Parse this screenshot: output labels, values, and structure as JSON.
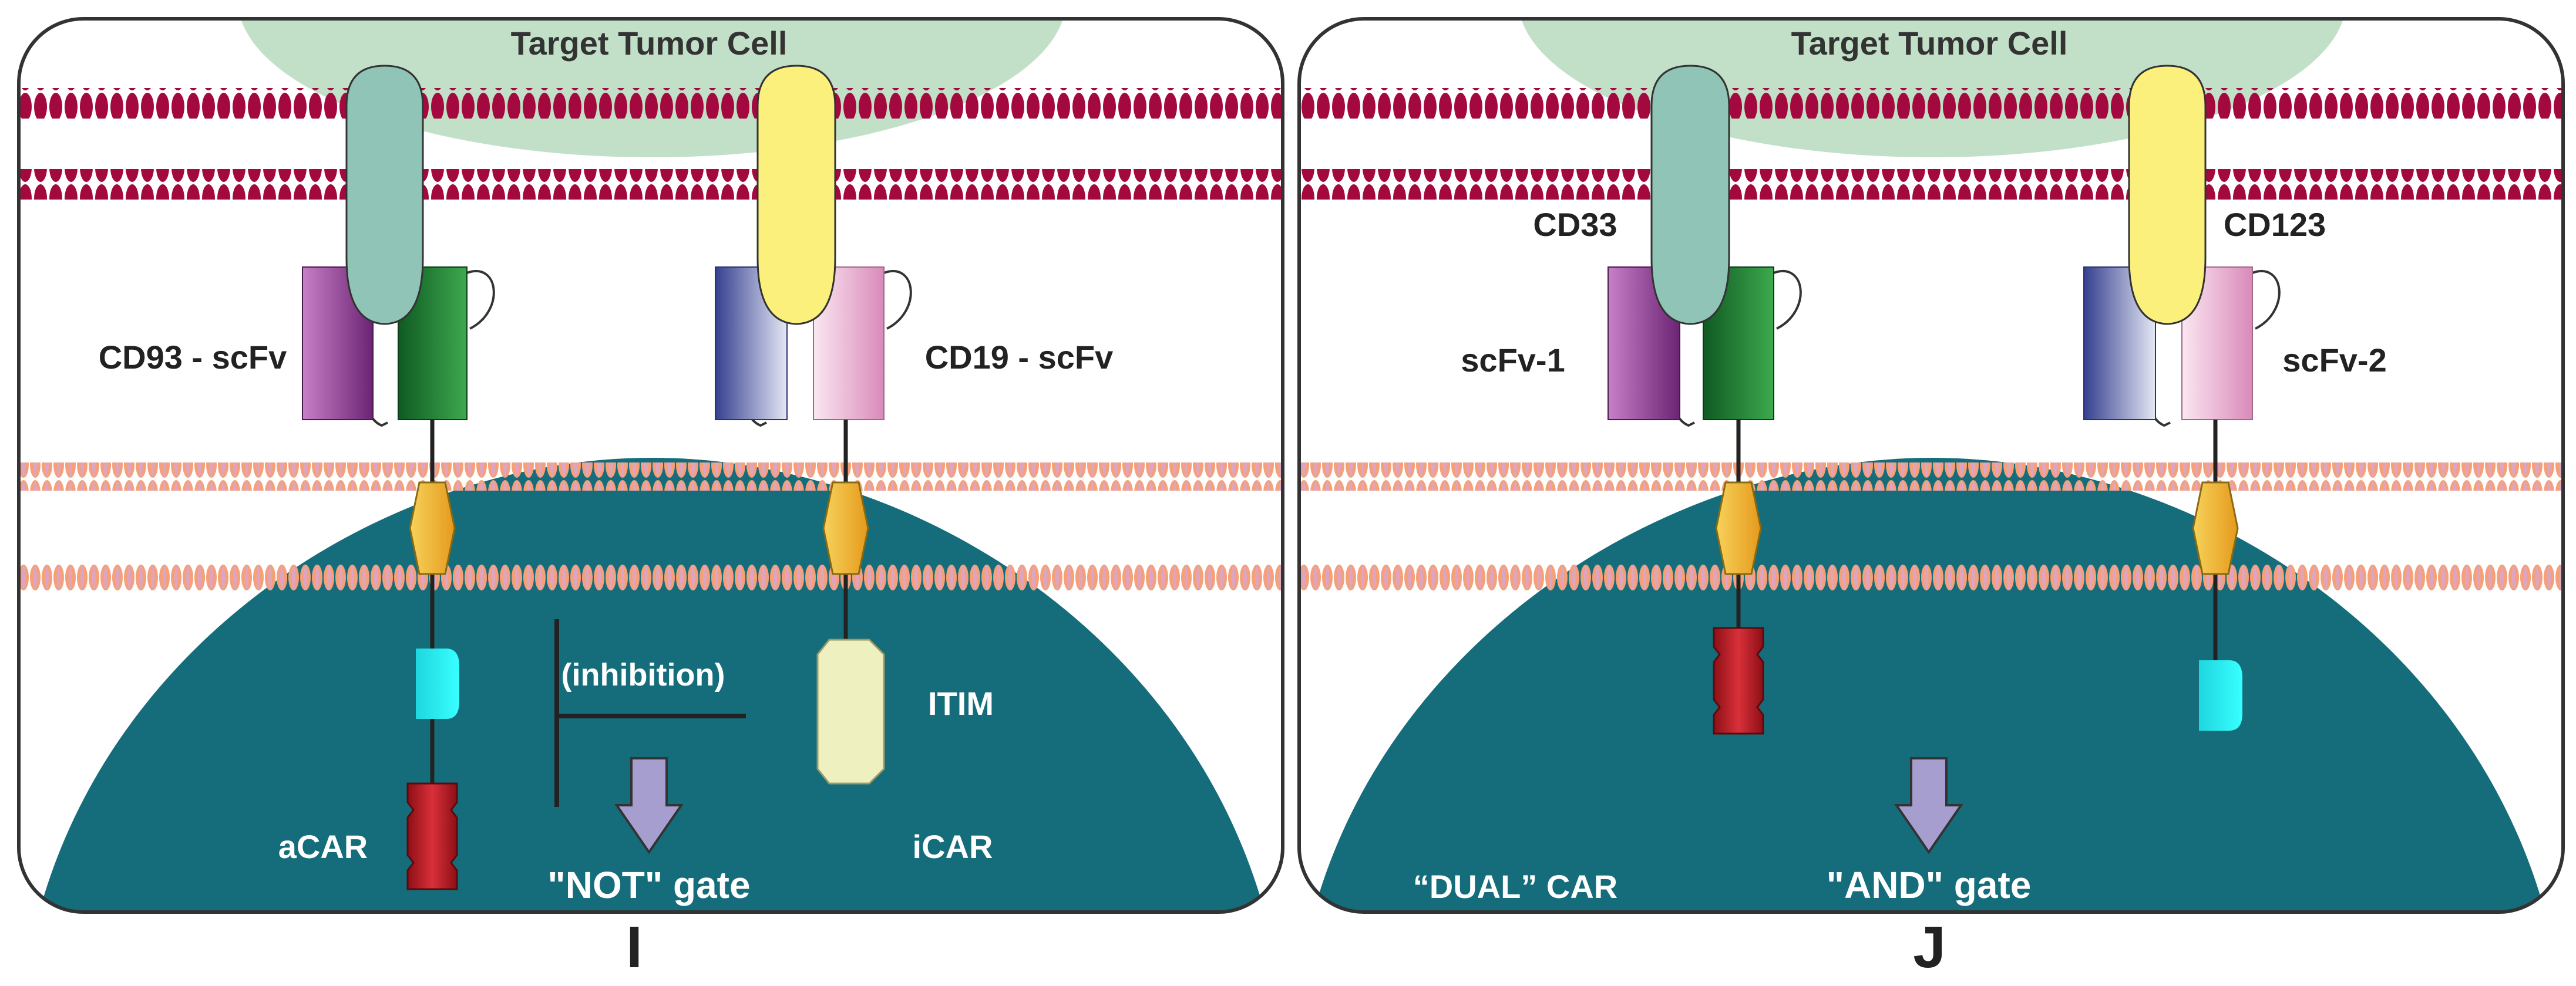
{
  "colors": {
    "panel_border": "#333333",
    "tumor_cell": "#c2e0c8",
    "tumor_membrane": "#a3093f",
    "tcell": "#156d7b",
    "tcell_membrane_pink": "#f4a07a",
    "tcell_membrane_lavender": "#d9a6d2",
    "cd93_antigen": "#8fc4b6",
    "cd19_antigen": "#fcf07c",
    "vh_purple": "#7b2a7f",
    "vl_green": "#1b7a33",
    "vh_blue": "#3e4a9a",
    "vl_pink": "#e7a7cb",
    "transmembrane_gold": "#f3b52e",
    "costim_cyan": "#2ef2f2",
    "signal_red": "#b81b22",
    "itim_cream": "#eef0bf",
    "arrow_lavender": "#a59ecf"
  },
  "panels": [
    {
      "tumor_label": "Target Tumor Cell",
      "scfv_left_label": "CD93 - scFv",
      "scfv_right_label": "CD19 - scFv",
      "inhibition_label": "(inhibition)",
      "itim_label": "ITIM",
      "acar_label": "aCAR",
      "icar_label": "iCAR",
      "gate_label": "\"NOT\" gate",
      "panel_letter": "I"
    },
    {
      "tumor_label": "Target Tumor Cell",
      "antigen_left_label": "CD33",
      "antigen_right_label": "CD123",
      "scfv_left_label": "scFv-1",
      "scfv_right_label": "scFv-2",
      "car_type_label": "“DUAL” CAR",
      "gate_label": "\"AND\" gate",
      "panel_letter": "J"
    }
  ]
}
